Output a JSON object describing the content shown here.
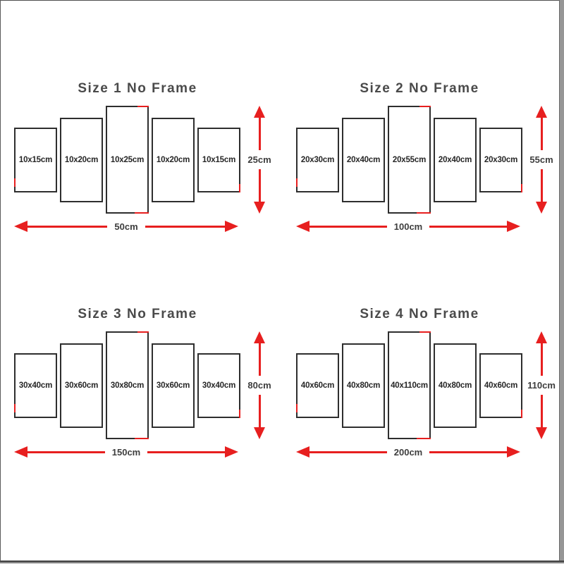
{
  "page": {
    "background": "#ffffff",
    "accent_red": "#e71f1f",
    "panel_border_color": "#2e2e2e",
    "text_color": "#4a4a4a"
  },
  "diagrams": [
    {
      "title": "Size 1 No Frame",
      "panels": [
        "10x15cm",
        "10x20cm",
        "10x25cm",
        "10x20cm",
        "10x15cm"
      ],
      "height_label": "25cm",
      "width_label": "50cm"
    },
    {
      "title": "Size 2 No Frame",
      "panels": [
        "20x30cm",
        "20x40cm",
        "20x55cm",
        "20x40cm",
        "20x30cm"
      ],
      "height_label": "55cm",
      "width_label": "100cm"
    },
    {
      "title": "Size 3 No Frame",
      "panels": [
        "30x40cm",
        "30x60cm",
        "30x80cm",
        "30x60cm",
        "30x40cm"
      ],
      "height_label": "80cm",
      "width_label": "150cm"
    },
    {
      "title": "Size 4 No Frame",
      "panels": [
        "40x60cm",
        "40x80cm",
        "40x110cm",
        "40x80cm",
        "40x60cm"
      ],
      "height_label": "110cm",
      "width_label": "200cm"
    }
  ]
}
